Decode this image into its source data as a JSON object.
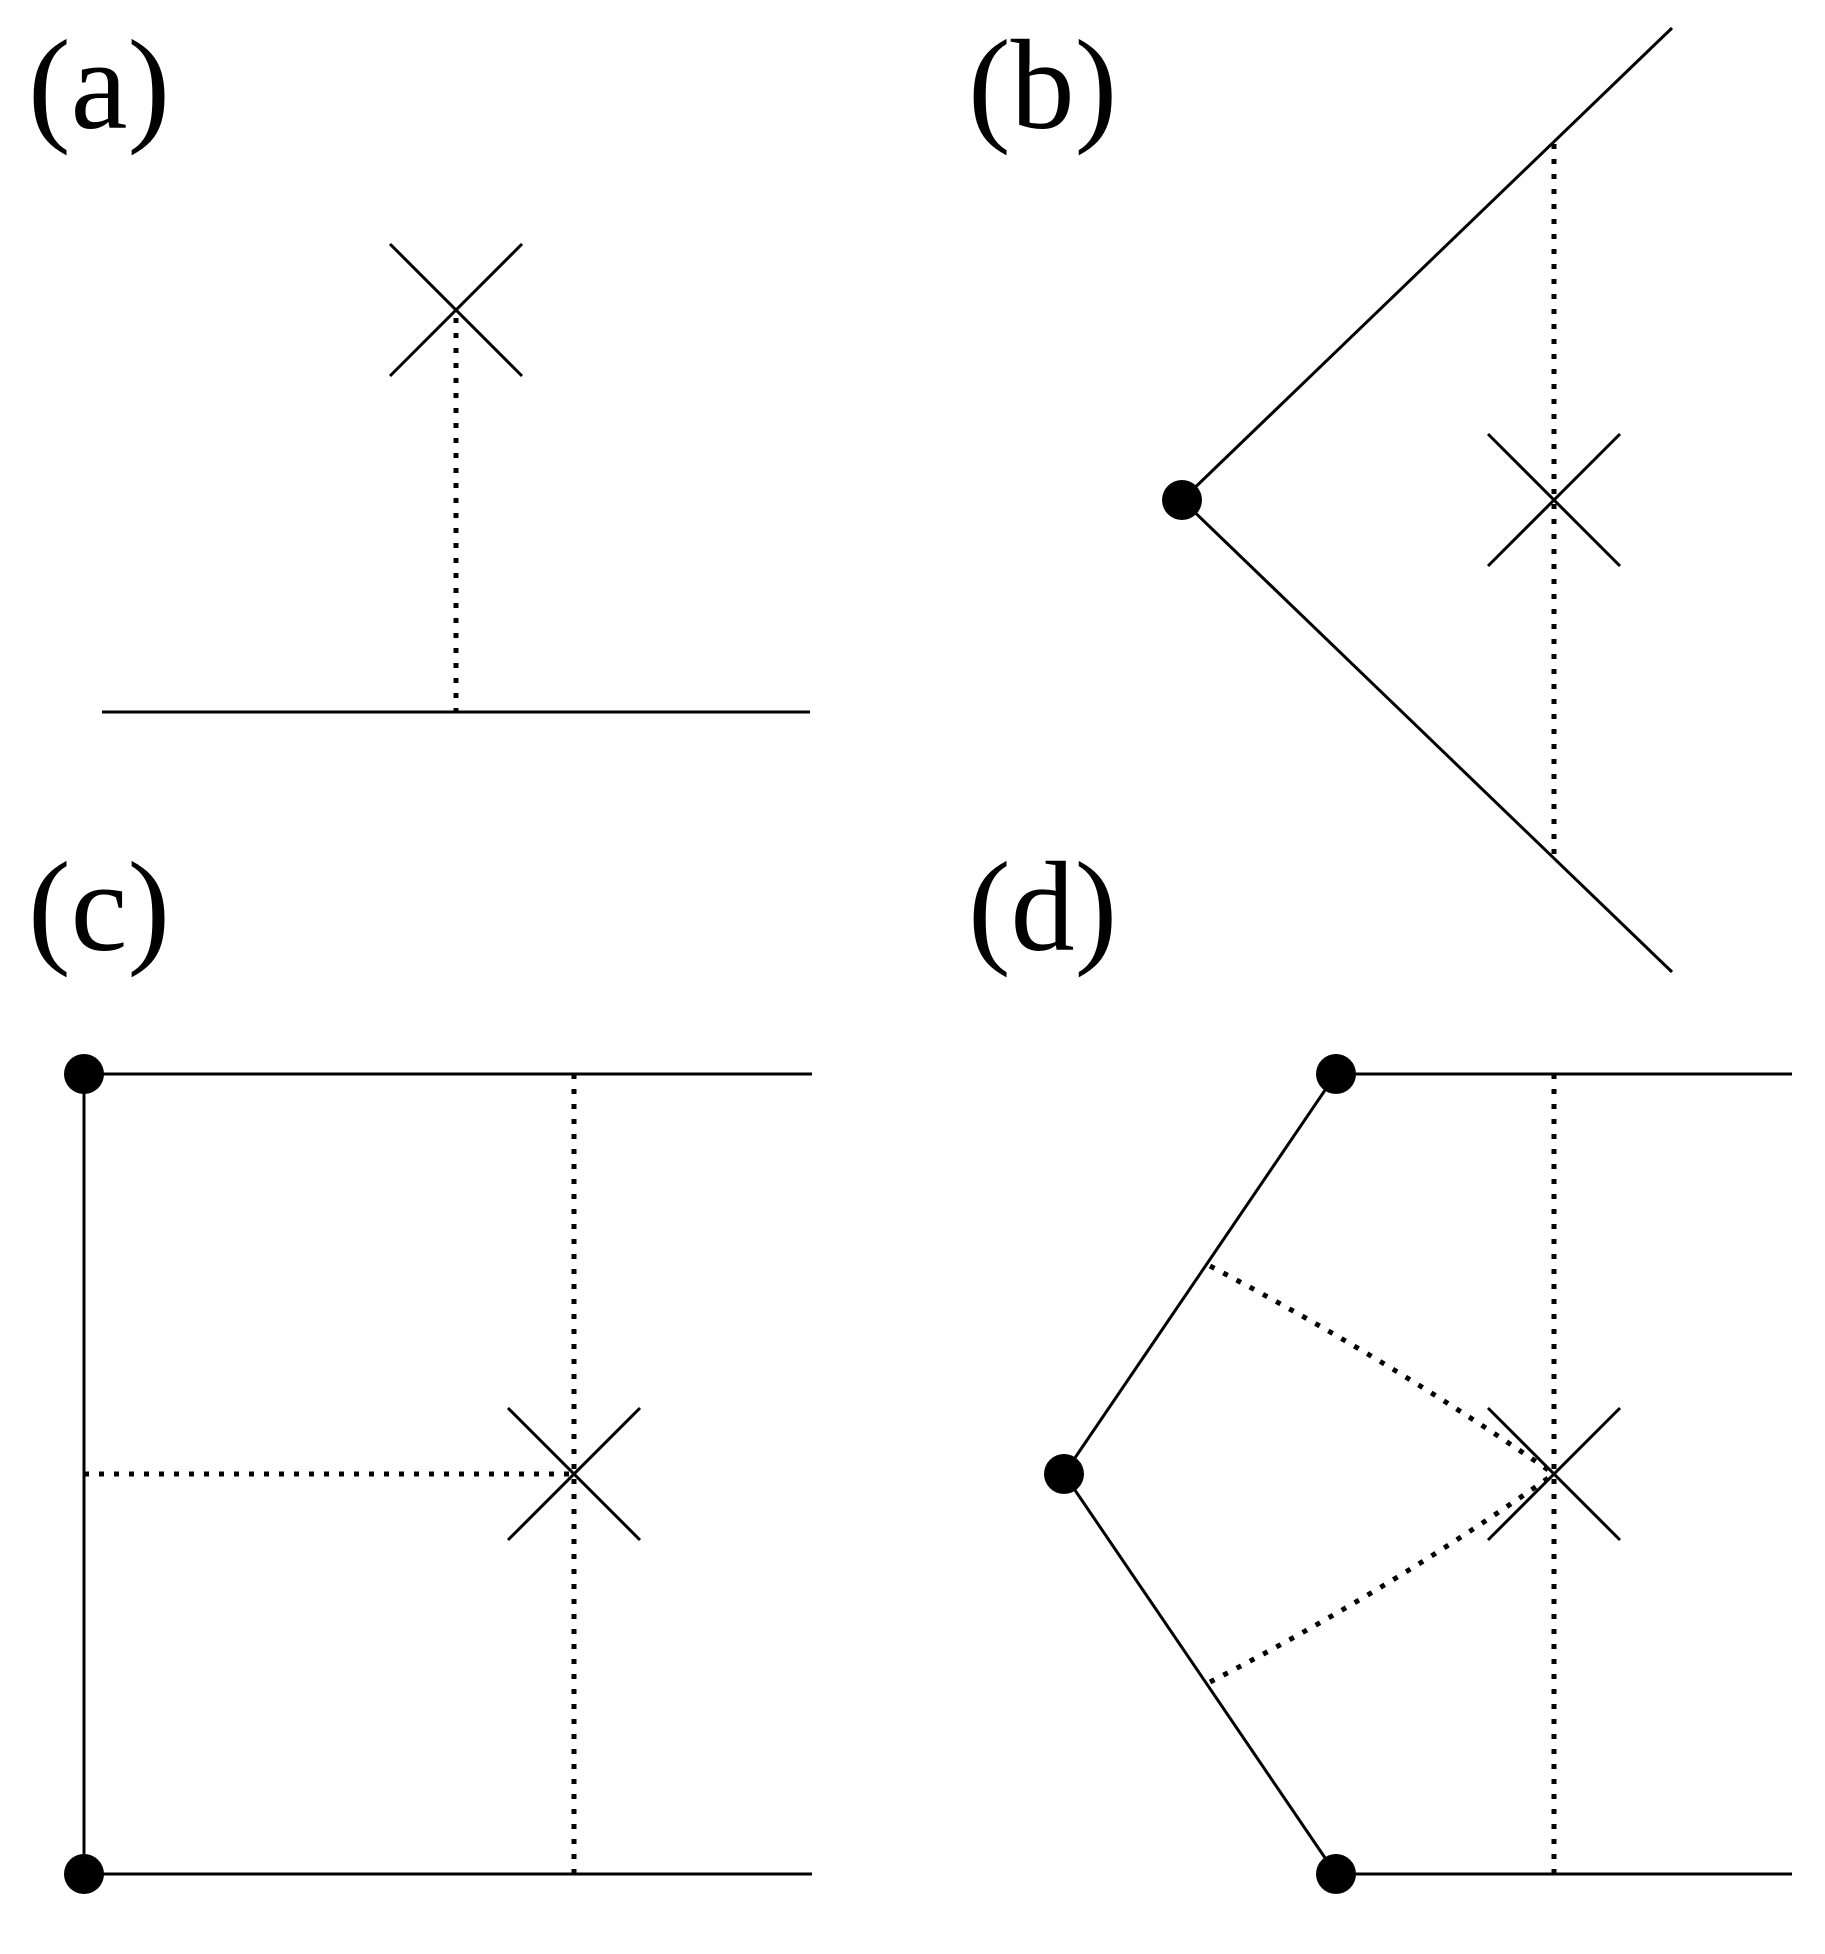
{
  "figure": {
    "panels": [
      {
        "id": "a",
        "label": "(a)"
      },
      {
        "id": "b",
        "label": "(b)"
      },
      {
        "id": "c",
        "label": "(c)"
      },
      {
        "id": "d",
        "label": "(d)"
      }
    ]
  },
  "colors": {
    "ink": "#000000",
    "background": "#ffffff"
  }
}
